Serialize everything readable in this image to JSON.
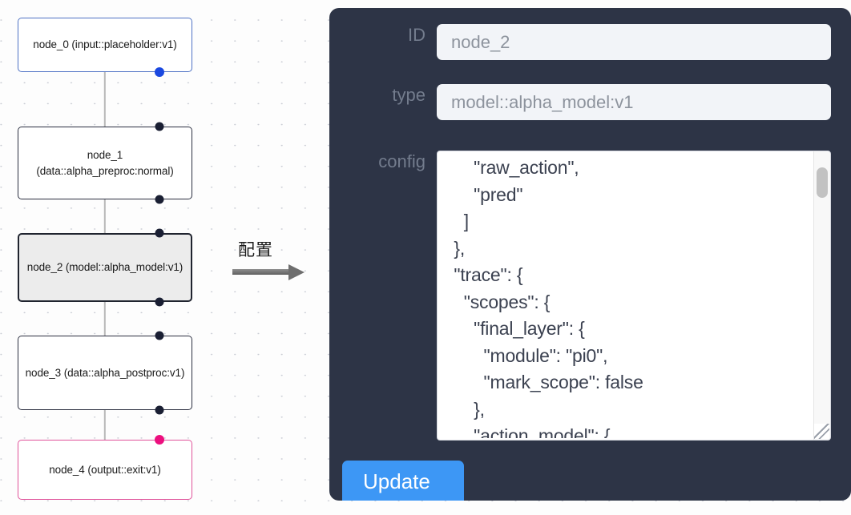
{
  "graph": {
    "nodes": [
      {
        "id": "node_0",
        "type_line": "(input::placeholder:v1)",
        "state": "input"
      },
      {
        "id": "node_1",
        "type_line": "(data::alpha_preproc:normal)",
        "state": "plain"
      },
      {
        "id": "node_2",
        "type_line": "(model::alpha_model:v1)",
        "state": "selected"
      },
      {
        "id": "node_3",
        "type_line": "(data::alpha_postproc:v1)",
        "state": "plain"
      },
      {
        "id": "node_4",
        "type_line": "(output::exit:v1)",
        "state": "output"
      }
    ],
    "node_label_0": "node_0\n(input::placeholder:v1)",
    "node_label_1": "node_1\n(data::alpha_preproc:normal)",
    "node_label_2": "node_2\n(model::alpha_model:v1)",
    "node_label_3": "node_3\n(data::alpha_postproc:v1)",
    "node_label_4": "node_4\n(output::exit:v1)",
    "colors": {
      "input_border": "#4f72c4",
      "plain_border": "#2b2f40",
      "selected_border": "#20242f",
      "selected_fill": "#ececec",
      "output_border": "#e0539a",
      "port": "#1a1f33",
      "port_input": "#1a48e0",
      "port_output": "#ec0f7e",
      "edge": "#b8b8b8"
    }
  },
  "connector": {
    "caption": "配置",
    "arrow_icon": "right-arrow-icon"
  },
  "inspector": {
    "id": {
      "label": "ID",
      "value": "node_2"
    },
    "type": {
      "label": "type",
      "value": "model::alpha_model:v1"
    },
    "config": {
      "label": "config",
      "value": "      \"raw_action\",\n      \"pred\"\n    ]\n  },\n  \"trace\": {\n    \"scopes\": {\n      \"final_layer\": {\n        \"module\": \"pi0\",\n        \"mark_scope\": false\n      },\n      \"action_model\": {"
    },
    "update_label": "Update",
    "colors": {
      "panel_bg": "#2d3446",
      "label": "#737c8d",
      "input_bg": "#f2f4f8",
      "input_text": "#8d939d",
      "button_bg": "#3d97f5",
      "button_text": "#ffffff",
      "code_text": "#3b4150"
    }
  }
}
